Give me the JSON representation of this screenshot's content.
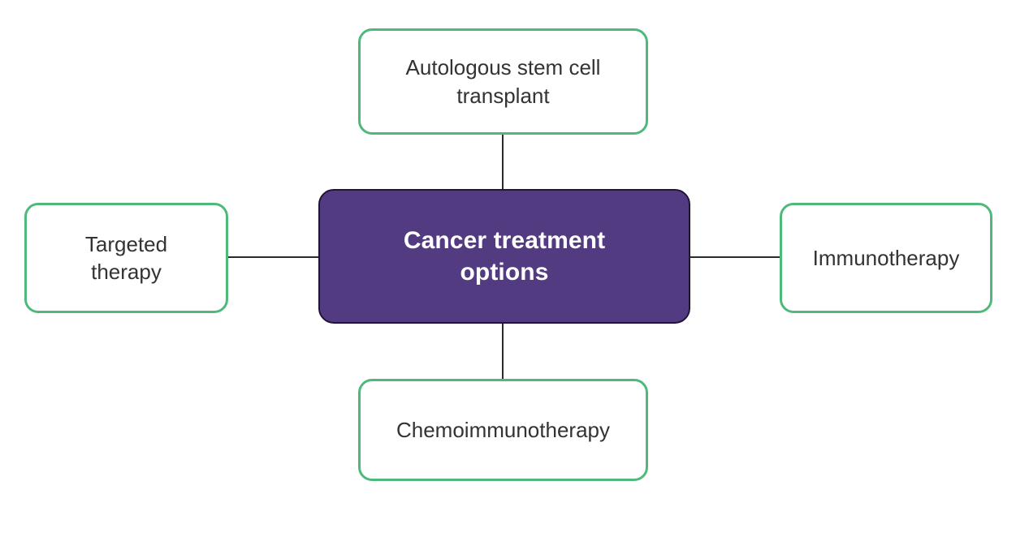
{
  "diagram": {
    "title": "Cancer treatment options",
    "type": "hub-and-spoke",
    "background_color": "#ffffff",
    "center": {
      "id": "cancer-treatment-options",
      "label": "Cancer treatment\noptions",
      "fill_color": "#533b82",
      "border_color": "#221438",
      "text_color": "#ffffff"
    },
    "satellite_style": {
      "fill_color": "#ffffff",
      "border_color": "#4fb97c",
      "text_color": "#333333"
    },
    "connector_color": "#2b2b2b",
    "nodes": [
      {
        "id": "autologous-stem-cell-transplant",
        "position": "top",
        "label": "Autologous stem cell\ntransplant"
      },
      {
        "id": "targeted-therapy",
        "position": "left",
        "label": "Targeted\ntherapy"
      },
      {
        "id": "immunotherapy",
        "position": "right",
        "label": "Immunotherapy"
      },
      {
        "id": "chemoimmunotherapy",
        "position": "bottom",
        "label": "Chemoimmunotherapy"
      }
    ],
    "connectors": [
      {
        "id": "center-to-top",
        "from": "cancer-treatment-options",
        "to": "autologous-stem-cell-transplant"
      },
      {
        "id": "center-to-left",
        "from": "cancer-treatment-options",
        "to": "targeted-therapy"
      },
      {
        "id": "center-to-right",
        "from": "cancer-treatment-options",
        "to": "immunotherapy"
      },
      {
        "id": "center-to-bottom",
        "from": "cancer-treatment-options",
        "to": "chemoimmunotherapy"
      }
    ]
  }
}
